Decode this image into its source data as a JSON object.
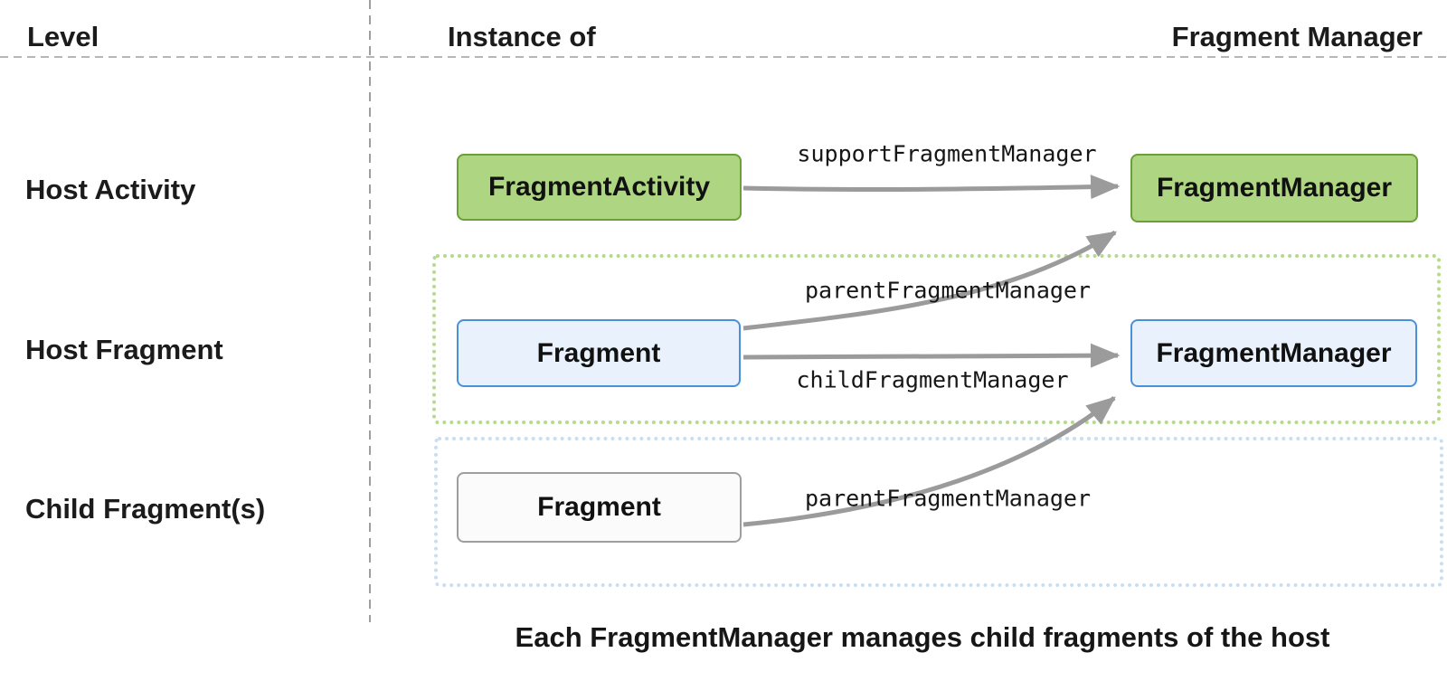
{
  "header": {
    "level": "Level",
    "instance_of": "Instance of",
    "fragment_manager": "Fragment Manager"
  },
  "rows": {
    "host_activity": "Host Activity",
    "host_fragment": "Host Fragment",
    "child_fragment": "Child Fragment(s)"
  },
  "nodes": {
    "fragment_activity": "FragmentActivity",
    "fm_activity": "FragmentManager",
    "host_fragment": "Fragment",
    "fm_host_fragment": "FragmentManager",
    "child_fragment": "Fragment"
  },
  "edges": {
    "support_fragment_manager": "supportFragmentManager",
    "parent_fragment_manager_host": "parentFragmentManager",
    "child_fragment_manager": "childFragmentManager",
    "parent_fragment_manager_child": "parentFragmentManager"
  },
  "caption": "Each FragmentManager manages child fragments of the host",
  "colors": {
    "green_fill": "#aed581",
    "green_border": "#6b9f38",
    "blue_fill": "#e8f1fc",
    "blue_border": "#4a90d9",
    "white_fill": "#fbfbfb",
    "white_border": "#9e9e9e",
    "arrow": "#9b9b9b",
    "green_dot": "#b4da8b",
    "blue_dot": "#c9def2",
    "dash": "#9e9e9e",
    "text": "#1b1b1b"
  }
}
